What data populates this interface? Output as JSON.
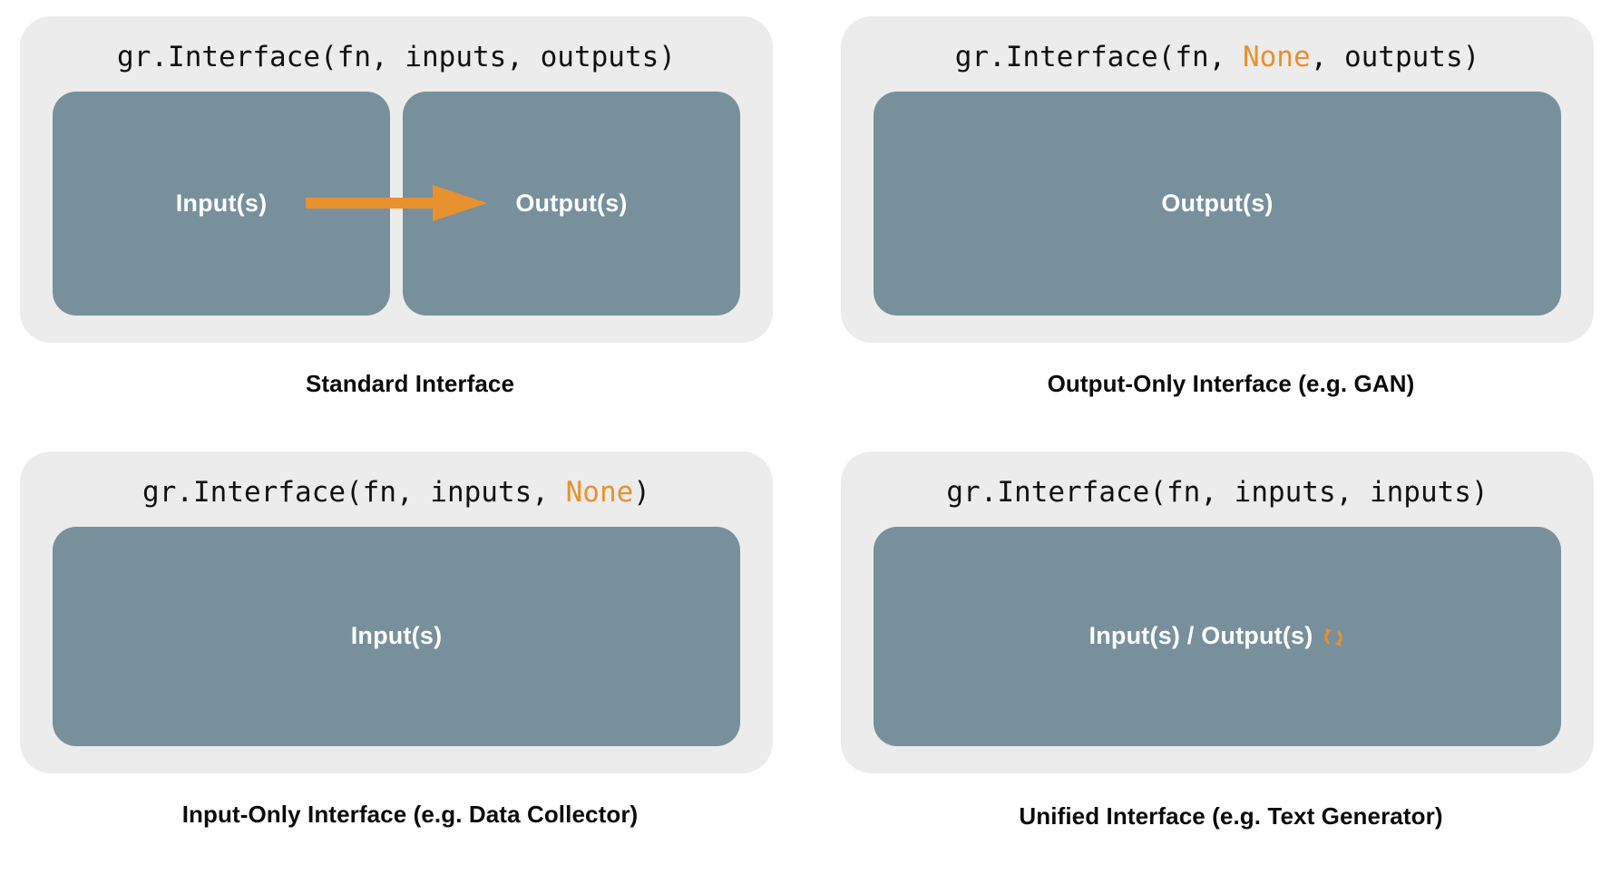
{
  "diagram": {
    "title_semantic": "gradio-interface-variants",
    "colors": {
      "panel_background": "#ECECEC",
      "io_box": "#78909C",
      "accent_orange": "#E8912F",
      "text_dark": "#111111",
      "text_on_box": "#FFFFFF",
      "page_background": "#FFFFFF"
    }
  },
  "panels": [
    {
      "id": "standard",
      "code": {
        "prefix": "gr.Interface(fn, inputs, outputs)",
        "segments": [
          {
            "text": "gr.Interface(fn, inputs, outputs)",
            "accent": false
          }
        ]
      },
      "boxes": [
        {
          "label": "Input(s)"
        },
        {
          "label": "Output(s)"
        }
      ],
      "arrow": {
        "present": true,
        "direction": "left-to-right",
        "color": "#E8912F",
        "name": "flow-arrow"
      },
      "caption": "Standard Interface"
    },
    {
      "id": "output-only",
      "code": {
        "segments": [
          {
            "text": "gr.Interface(fn, ",
            "accent": false
          },
          {
            "text": "None",
            "accent": true
          },
          {
            "text": ", outputs)",
            "accent": false
          }
        ]
      },
      "boxes": [
        {
          "label": "Output(s)"
        }
      ],
      "arrow": {
        "present": false
      },
      "caption": "Output-Only Interface (e.g. GAN)"
    },
    {
      "id": "input-only",
      "code": {
        "segments": [
          {
            "text": "gr.Interface(fn, inputs, ",
            "accent": false
          },
          {
            "text": "None",
            "accent": true
          },
          {
            "text": ")",
            "accent": false
          }
        ]
      },
      "boxes": [
        {
          "label": "Input(s)"
        }
      ],
      "arrow": {
        "present": false
      },
      "caption": "Input-Only Interface (e.g. Data Collector)"
    },
    {
      "id": "unified",
      "code": {
        "segments": [
          {
            "text": "gr.Interface(fn, inputs, inputs)",
            "accent": false
          }
        ]
      },
      "boxes": [
        {
          "label": "Input(s) / Output(s)",
          "icon": "loop-arrows-icon"
        }
      ],
      "arrow": {
        "present": false
      },
      "caption": "Unified Interface (e.g. Text Generator)"
    }
  ]
}
